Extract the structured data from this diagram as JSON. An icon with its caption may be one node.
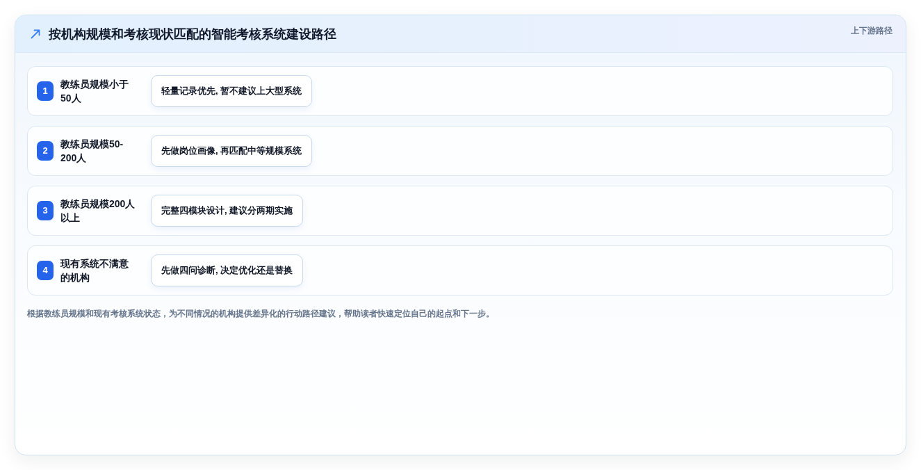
{
  "diagram": {
    "title": "按机构规模和考核现状匹配的智能考核系统建设路径",
    "caption": "根据教练员规模和现有考核系统状态，为不同情况的机构提供差异化的行动路径建议，帮助读者快速定位自己的起点和下一步。",
    "nodes": [
      {
        "text": [
          "教练员规模小于50人"
        ]
      },
      {
        "text": [
          "1"
        ],
        "in": 0
      },
      {
        "text": [
          "轻量记录优先, 暂不建议上大型系统"
        ],
        "in": 0
      },
      {
        "text": [
          "教练员规模50-200人"
        ]
      },
      {
        "text": [
          "2"
        ],
        "in": 3
      },
      {
        "text": [
          "先做岗位画像, 再匹配中等规模系统"
        ],
        "in": 3
      },
      {
        "text": [
          "教练员规模200人以上"
        ]
      },
      {
        "text": [
          "3"
        ],
        "in": 6
      },
      {
        "text": [
          "完整四模块设计, 建议分两期实施"
        ],
        "in": 6
      },
      {
        "text": [
          "现有系统不满意的机构"
        ]
      },
      {
        "text": [
          "4"
        ],
        "in": 9
      },
      {
        "text": [
          "先做四问诊断, 决定优化还是替换"
        ],
        "in": 9
      }
    ],
    "labels": [
      "上下游路径"
    ]
  }
}
